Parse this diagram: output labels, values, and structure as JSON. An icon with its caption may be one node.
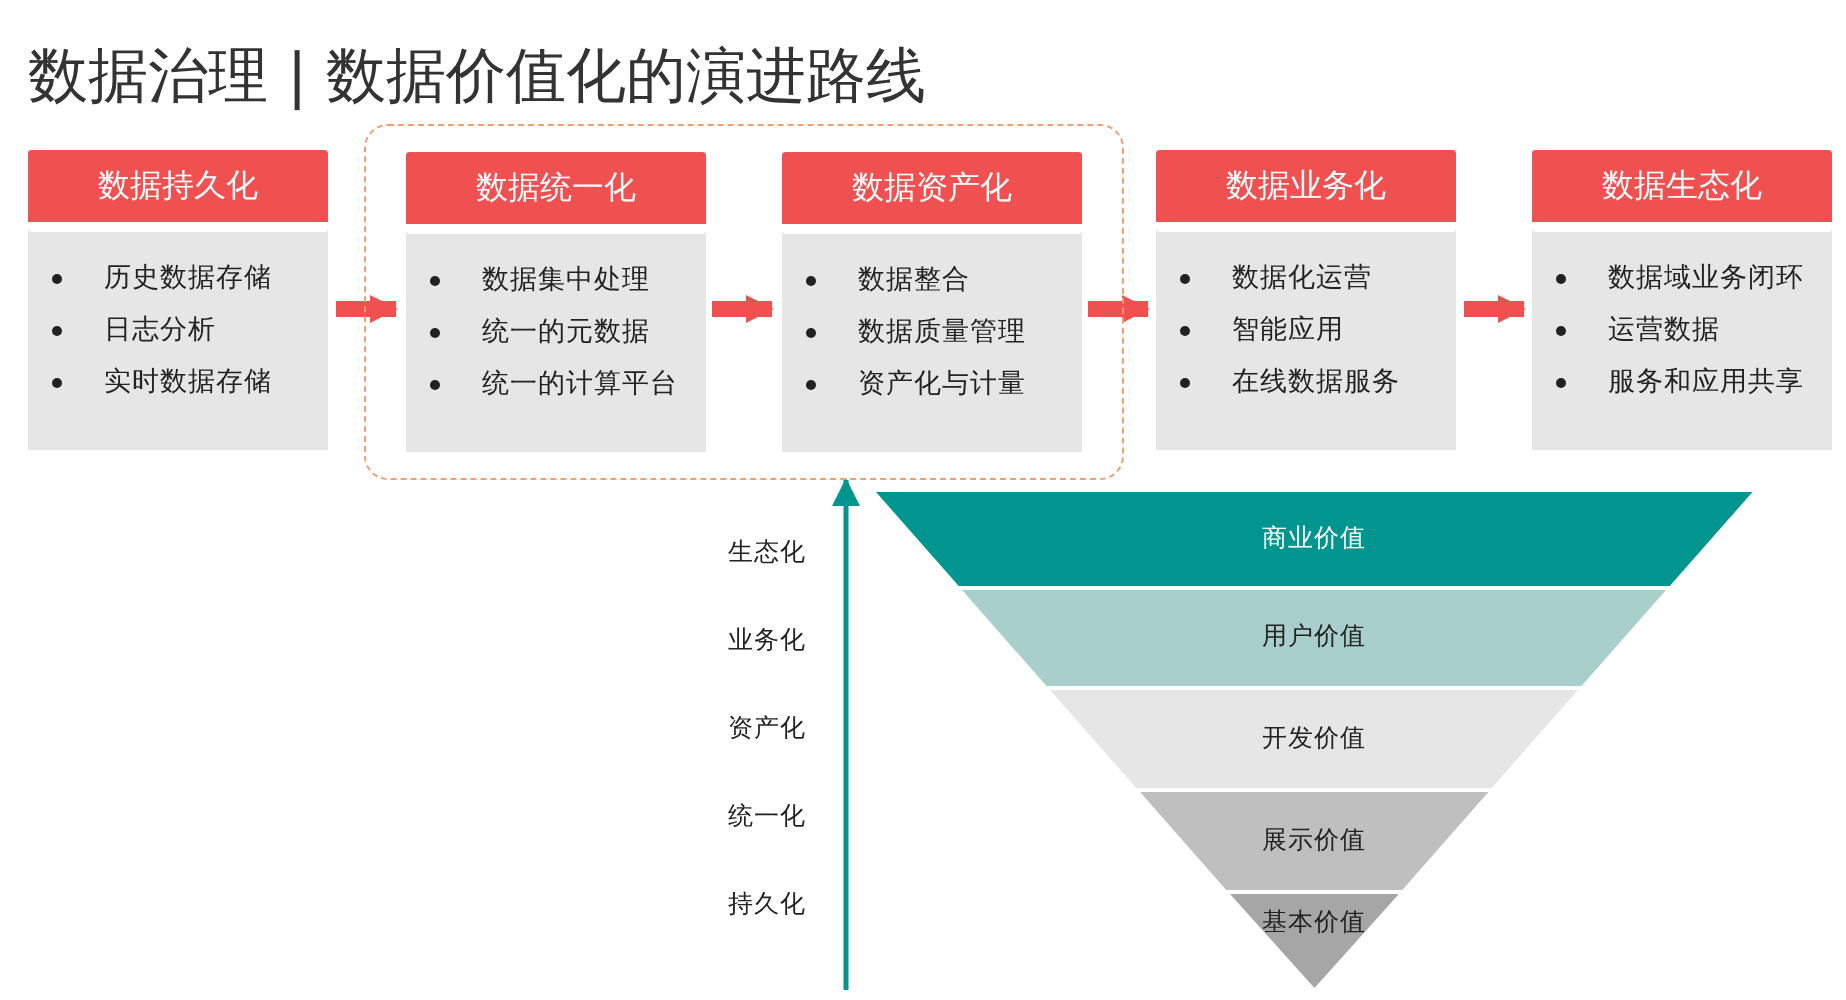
{
  "diagram": {
    "title": "数据治理 | 数据价值化的演进路线",
    "nodes": [
      {
        "text": [
          "数据持久化",
          "历史数据存储",
          "日志分析",
          "实时数据存储"
        ]
      },
      {
        "text": [],
        "shape": "box"
      },
      {
        "text": [
          "数据统一化",
          "数据集中处理",
          "统一的元数据",
          "统一的计算平台"
        ],
        "in": 1
      },
      {
        "text": [
          "数据资产化",
          "数据整合",
          "数据质量管理",
          "资产化与计量"
        ],
        "in": 1
      },
      {
        "text": [
          "数据业务化",
          "数据化运营",
          "智能应用",
          "在线数据服务"
        ]
      },
      {
        "text": [
          "数据生态化",
          "数据域业务闭环",
          "运营数据",
          "服务和应用共享"
        ]
      },
      {
        "text": [
          "商业价值"
        ]
      },
      {
        "text": [
          "用户价值"
        ]
      },
      {
        "text": [
          "开发价值"
        ]
      },
      {
        "text": [
          "展示价值"
        ]
      },
      {
        "text": [
          "基本价值"
        ]
      }
    ],
    "edges": [
      {
        "from": 0,
        "to": 2,
        "arrow": "to"
      },
      {
        "from": 2,
        "to": 3,
        "arrow": "to"
      },
      {
        "from": 3,
        "to": 4,
        "arrow": "to"
      },
      {
        "from": 4,
        "to": 5,
        "arrow": "to"
      },
      {
        "from": null,
        "to": 1,
        "arrow": "to",
        "color": "#00958f"
      }
    ],
    "labels": [
      "生态化",
      "业务化",
      "资产化",
      "统一化",
      "持久化"
    ]
  }
}
